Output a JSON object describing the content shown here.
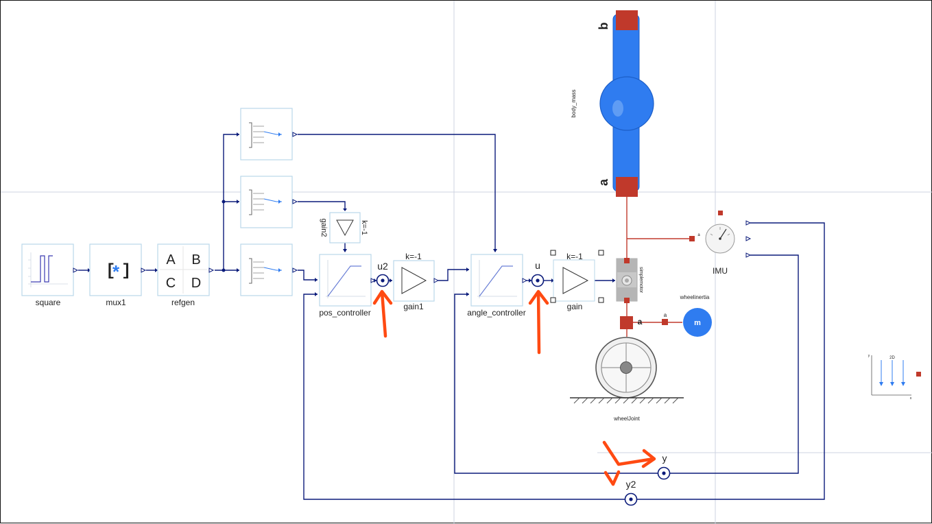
{
  "blocks": {
    "square": "square",
    "mux": "mux1",
    "mux_symbol_left": "[",
    "mux_symbol_star": "*",
    "mux_symbol_right": "]",
    "refgen": "refgen",
    "refgen_cells": [
      "A",
      "B",
      "C",
      "D"
    ],
    "pos_controller": "pos_controller",
    "angle_controller": "angle_controller",
    "gain1": "gain1",
    "gain1_param": "k=-1",
    "gain": "gain",
    "gain_param": "k=-1",
    "gain2": "gain2",
    "gain2_param": "k=-1",
    "imu": "IMU",
    "imu_port": "a",
    "body_mass": "body_mass",
    "body_mass_port_a": "a",
    "body_mass_port_b": "b",
    "simplemotor": "simplemotor",
    "wheelinertia": "wheelinertia",
    "wheelinertia_symbol": "m",
    "wheelinertia_port": "a",
    "wheel_port": "a",
    "wheeljoint": "wheelJoint",
    "gravity_y": "y",
    "gravity_label": "2D",
    "gravity_x": "x"
  },
  "signals": {
    "u2": "u2",
    "u": "u",
    "y": "y",
    "y2": "y2"
  },
  "colors": {
    "wire": "#0a1a7a",
    "mechanical": "#c0392b",
    "body": "#2f7cf0",
    "annotation": "#ff4a12",
    "block_border": "#b9d7ea"
  }
}
